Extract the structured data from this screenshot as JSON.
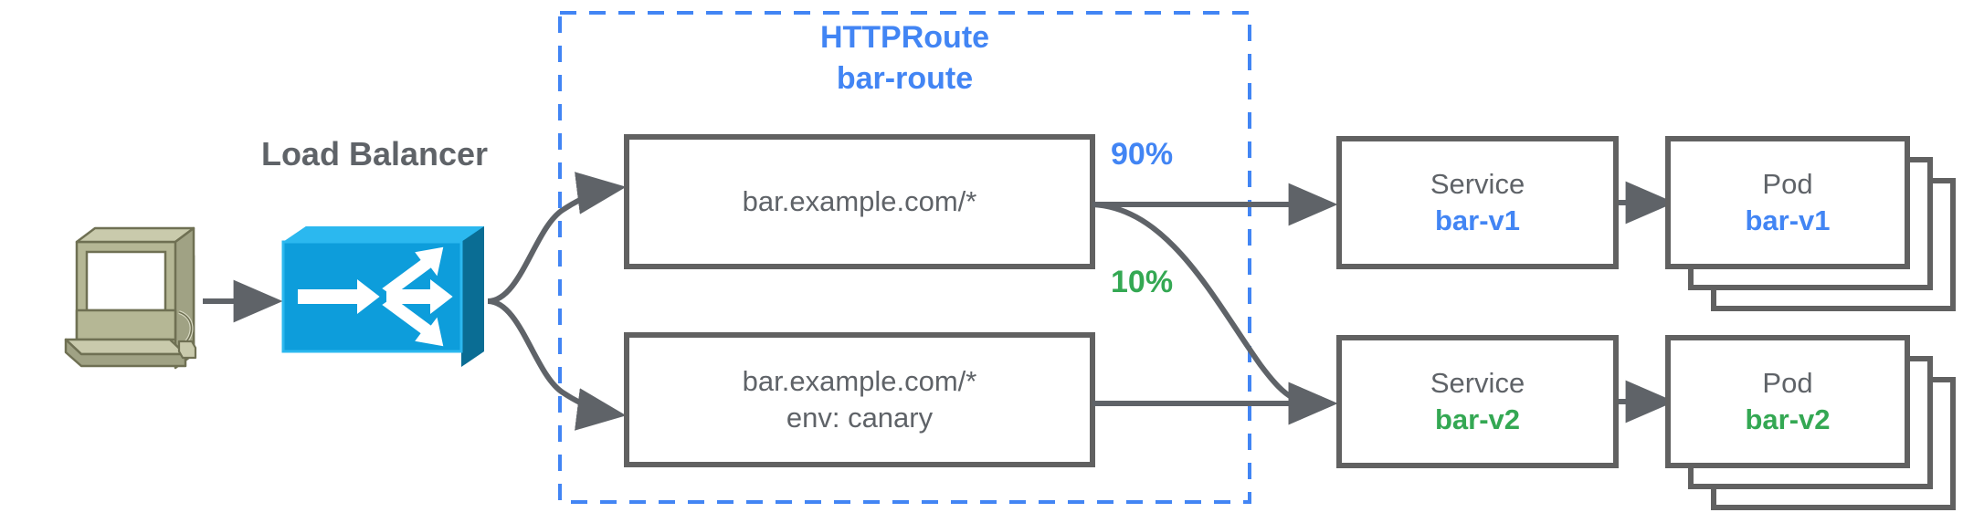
{
  "diagram": {
    "title": "HTTPRoute traffic split canary diagram",
    "colors": {
      "blue": "#4285F4",
      "green": "#34A853",
      "gray": "#5f6368",
      "box_stroke": "#616161",
      "lb_body": "#0d9ddb",
      "lb_top": "#00AEEF",
      "lb_side": "#0b6e94",
      "computer": "#b5b795"
    },
    "client": {
      "icon": "desktop-computer-icon"
    },
    "load_balancer": {
      "label": "Load Balancer",
      "icon": "load-balancer-switch-icon"
    },
    "httproute": {
      "kind_label": "HTTPRoute",
      "name_label": "bar-route",
      "rules": [
        {
          "id": "rule-primary",
          "lines": [
            "bar.example.com/*"
          ]
        },
        {
          "id": "rule-canary",
          "lines": [
            "bar.example.com/*",
            "env: canary"
          ]
        }
      ]
    },
    "weights": [
      {
        "id": "weight-90",
        "value": "90%",
        "color": "#4285F4"
      },
      {
        "id": "weight-10",
        "value": "10%",
        "color": "#34A853"
      }
    ],
    "backends": [
      {
        "id": "backend-v1",
        "service": {
          "kind": "Service",
          "name": "bar-v1",
          "color": "#4285F4"
        },
        "pod": {
          "kind": "Pod",
          "name": "bar-v1",
          "color": "#4285F4",
          "replicas": 3
        }
      },
      {
        "id": "backend-v2",
        "service": {
          "kind": "Service",
          "name": "bar-v2",
          "color": "#34A853"
        },
        "pod": {
          "kind": "Pod",
          "name": "bar-v2",
          "color": "#34A853",
          "replicas": 3
        }
      }
    ]
  }
}
